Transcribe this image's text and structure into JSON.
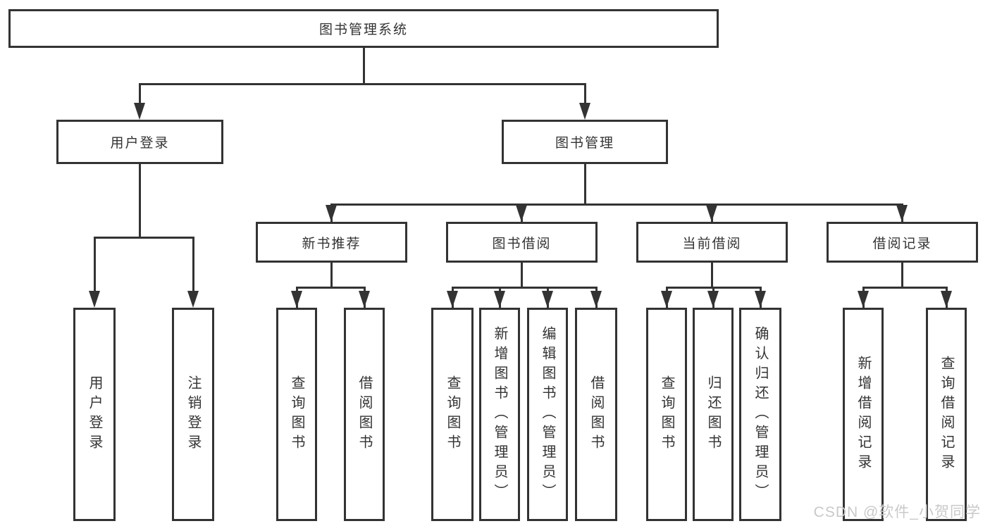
{
  "diagram": {
    "nodes": {
      "root": "图书管理系统",
      "level2": {
        "login": "用户登录",
        "management": "图书管理"
      },
      "level3": {
        "recommend": "新书推荐",
        "borrow": "图书借阅",
        "current": "当前借阅",
        "records": "借阅记录"
      },
      "leaves": {
        "login": [
          "用户登录",
          "注销登录"
        ],
        "recommend": [
          "查询图书",
          "借阅图书"
        ],
        "borrow": [
          "查询图书",
          "新增图书（管理员）",
          "编辑图书（管理员）",
          "借阅图书"
        ],
        "current": [
          "查询图书",
          "归还图书",
          "确认归还（管理员）"
        ],
        "records": [
          "新增借阅记录",
          "查询借阅记录"
        ]
      }
    },
    "colors": {
      "line": "#333333",
      "text": "#333333",
      "watermark": "#c9c9c9",
      "background": "#ffffff"
    },
    "watermark": "CSDN @软件_小贺同学"
  }
}
